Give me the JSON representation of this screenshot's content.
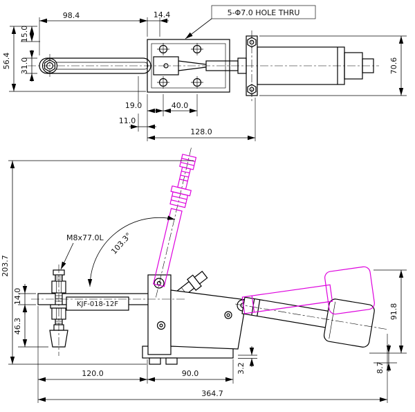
{
  "colors": {
    "line": "#000000",
    "alt_position": "#dd00dd"
  },
  "top_view": {
    "hole_note": "5-Φ7.0 HOLE THRU",
    "dim_98_4": "98.4",
    "dim_14_4": "14.4",
    "dim_15_0": "15.0",
    "dim_56_4": "56.4",
    "dim_31_0": "31.0",
    "dim_70_6": "70.6",
    "dim_19_0": "19.0",
    "dim_40_0": "40.0",
    "dim_11_0": "11.0",
    "dim_128_0": "128.0"
  },
  "side_view": {
    "spindle_label": "M8x77.0L",
    "model_label": "KJF-018-12F",
    "angle_label": "103.3°",
    "dim_203_7": "203.7",
    "dim_14_0": "14.0",
    "dim_46_3": "46.3",
    "dim_91_8": "91.8",
    "dim_3_2": "3.2",
    "dim_8_7": "8.7",
    "dim_120_0": "120.0",
    "dim_90_0": "90.0",
    "dim_364_7": "364.7"
  }
}
